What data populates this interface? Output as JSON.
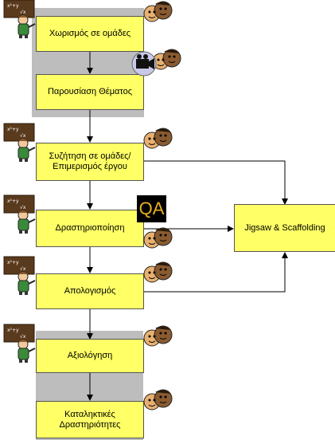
{
  "steps": [
    {
      "label": "Χωρισμός σε ομάδες"
    },
    {
      "label": "Παρουσίαση Θέματος"
    },
    {
      "label": "Συζήτηση σε ομάδες/\nΕπιμερισμός έργου"
    },
    {
      "label": "Δραστηριοποίηση"
    },
    {
      "label": "Απολογισμός"
    },
    {
      "label": "Αξιολόγηση"
    },
    {
      "label": "Καταληκτικές\nΔραστηριότητες"
    }
  ],
  "side_box": {
    "label": "Jigsaw & Scaffolding"
  },
  "qa_badge": {
    "label": "QA"
  },
  "icons": {
    "teacher": "teacher-at-blackboard-icon",
    "students": "student-group-icon",
    "video": "video-camera-icon"
  },
  "colors": {
    "box_fill": "#ffff66",
    "band_fill": "#bdbdbd",
    "qa_bg": "#000000",
    "qa_text": "#e8b020"
  }
}
